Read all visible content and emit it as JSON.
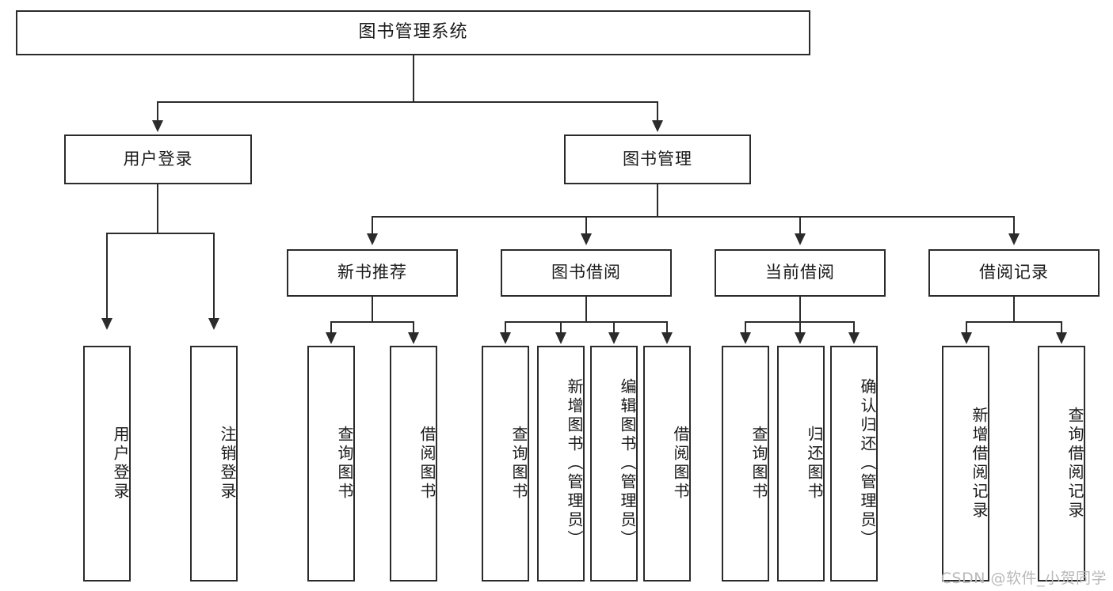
{
  "diagram": {
    "title": "图书管理系统",
    "watermark": "CSDN @软件_小贺同学",
    "root": {
      "label": "图书管理系统"
    },
    "level2": [
      {
        "label": "用户登录"
      },
      {
        "label": "图书管理"
      }
    ],
    "level3": [
      {
        "label": "新书推荐"
      },
      {
        "label": "图书借阅"
      },
      {
        "label": "当前借阅"
      },
      {
        "label": "借阅记录"
      }
    ],
    "leaves": {
      "user_login": [
        {
          "label": "用户登录"
        },
        {
          "label": "注销登录"
        }
      ],
      "new_book_recommend": [
        {
          "label": "查询图书"
        },
        {
          "label": "借阅图书"
        }
      ],
      "book_borrow": [
        {
          "label": "查询图书"
        },
        {
          "label": "新增图书（管理员）"
        },
        {
          "label": "编辑图书（管理员）"
        },
        {
          "label": "借阅图书"
        }
      ],
      "current_borrow": [
        {
          "label": "查询图书"
        },
        {
          "label": "归还图书"
        },
        {
          "label": "确认归还（管理员）"
        }
      ],
      "borrow_record": [
        {
          "label": "新增借阅记录"
        },
        {
          "label": "查询借阅记录"
        }
      ]
    }
  },
  "colors": {
    "stroke": "#2b2b2b",
    "background": "#ffffff",
    "text": "#1a1a1a",
    "watermark": "#b9b9b9"
  }
}
